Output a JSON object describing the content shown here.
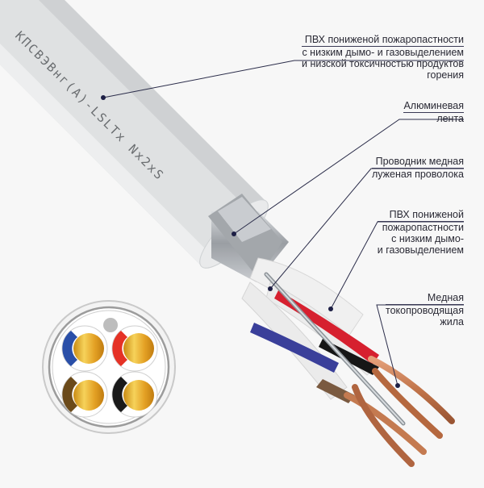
{
  "cable_marking": "КПСВЭВнг(А)-LSLTx Nx2xS",
  "callouts": [
    {
      "id": "outer-sheath",
      "lines": [
        "ПВХ пониженой пожаропастности",
        "с низким дымо- и газовыделением",
        "и низской токсичностью продуктов",
        "горения"
      ]
    },
    {
      "id": "aluminum-tape",
      "lines": [
        "Алюминевая",
        "лента"
      ]
    },
    {
      "id": "drain-wire",
      "lines": [
        "Проводник медная",
        "луженая проволока"
      ]
    },
    {
      "id": "insulation",
      "lines": [
        "ПВХ пониженой",
        "пожаропастности",
        "с низким дымо-",
        "и газовыделением"
      ]
    },
    {
      "id": "copper-conductor",
      "lines": [
        "Медная",
        "токопроводящая",
        "жила"
      ]
    }
  ],
  "cross_section": {
    "cores": [
      {
        "position": "top-left",
        "stripe_color": "#2a4fa8"
      },
      {
        "position": "top-right",
        "stripe_color": "#e53226"
      },
      {
        "position": "bottom-left",
        "stripe_color": "#6b4a1a"
      },
      {
        "position": "bottom-right",
        "stripe_color": "#1a1a1a"
      }
    ],
    "drain_wire_color": "#bdbdbd",
    "conductor_color": "#e7a928"
  },
  "colors": {
    "sheath": "#dcdedf",
    "aluminum": "#a9adb1",
    "copper": "#c77a4e",
    "leader_line": "#2b2d4a"
  }
}
